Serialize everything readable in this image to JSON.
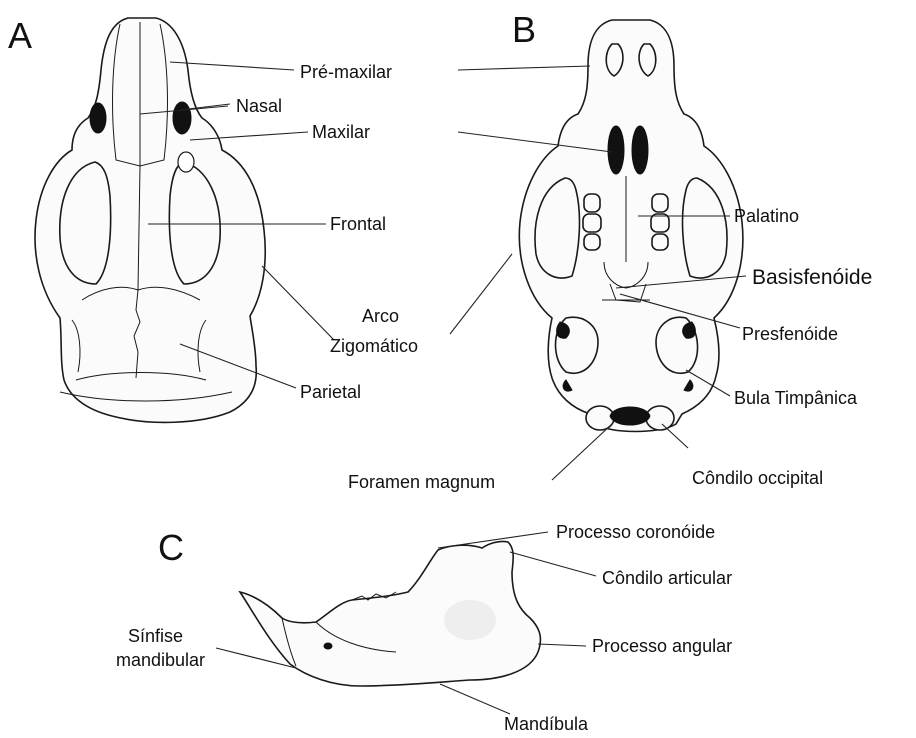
{
  "panels": {
    "a": "A",
    "b": "B",
    "c": "C"
  },
  "labels": {
    "pre_maxilar": "Pré-maxilar",
    "nasal": "Nasal",
    "maxilar": "Maxilar",
    "frontal": "Frontal",
    "arco_1": "Arco",
    "arco_2": "Zigomático",
    "parietal": "Parietal",
    "palatino": "Palatino",
    "basisfenoide": "Basisfenóide",
    "presfenoide": "Presfenóide",
    "bula": "Bula Timpânica",
    "foramen": "Foramen magnum",
    "condilo_occipital": "Côndilo occipital",
    "processo_coronoide": "Processo coronóide",
    "condilo_articular": "Côndilo articular",
    "processo_angular": "Processo angular",
    "sinfise_1": "Sínfise",
    "sinfise_2": "mandibular",
    "mandibula": "Mandíbula"
  }
}
